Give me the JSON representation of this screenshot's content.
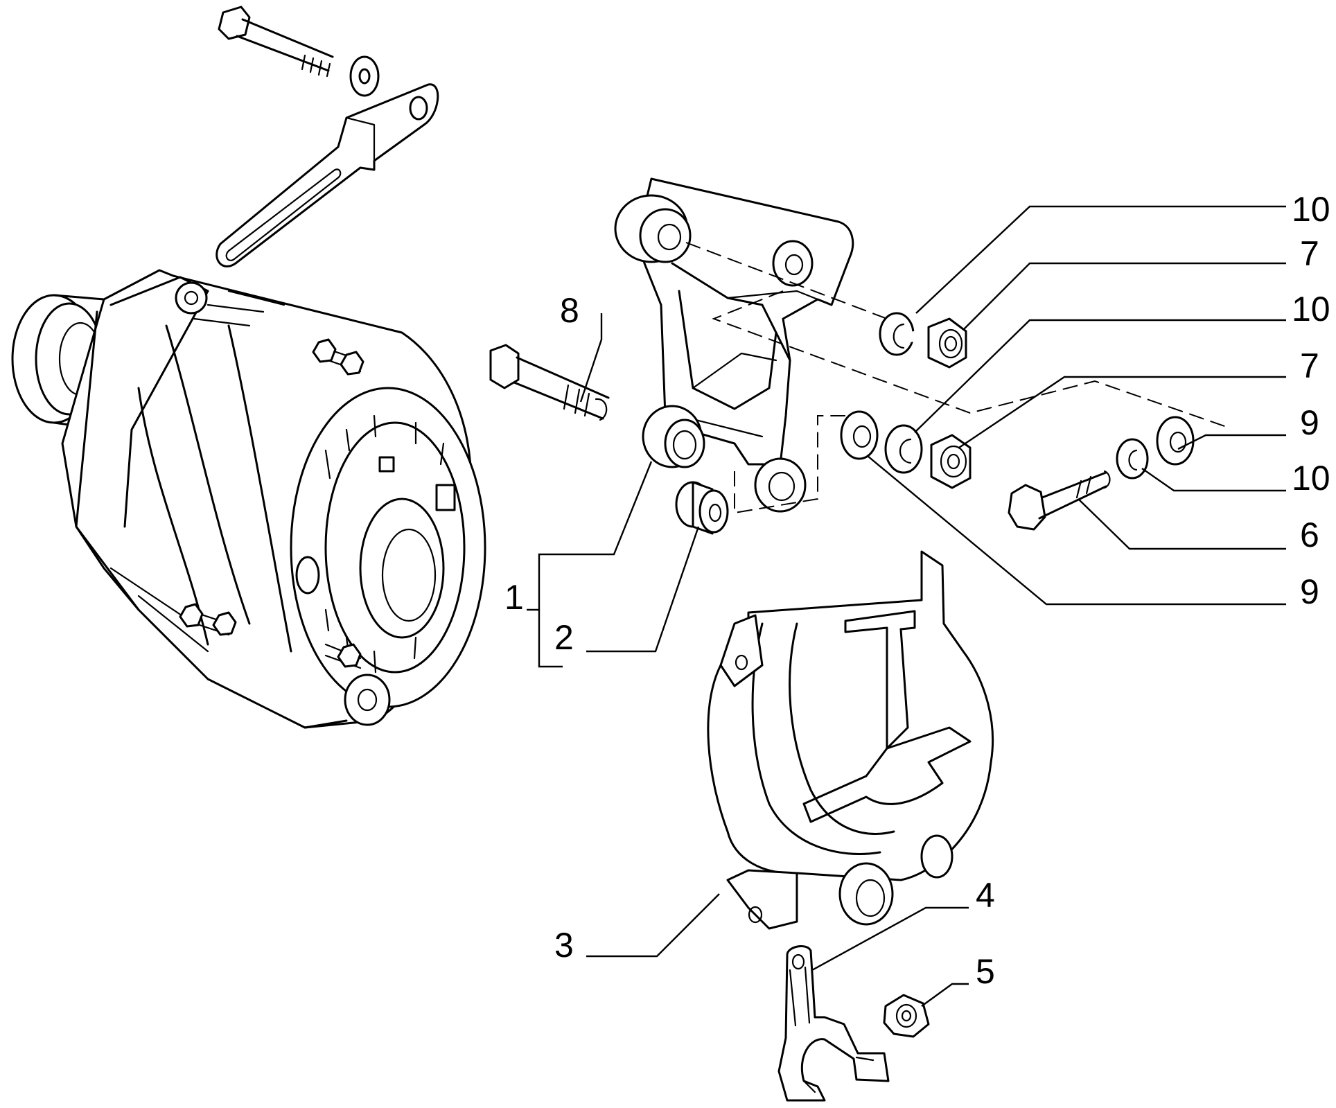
{
  "callouts": {
    "c1": "1",
    "c2": "2",
    "c3": "3",
    "c4": "4",
    "c5": "5",
    "c6": "6",
    "c7a": "7",
    "c7b": "7",
    "c8": "8",
    "c9a": "9",
    "c9b": "9",
    "c10a": "10",
    "c10b": "10",
    "c10c": "10"
  }
}
